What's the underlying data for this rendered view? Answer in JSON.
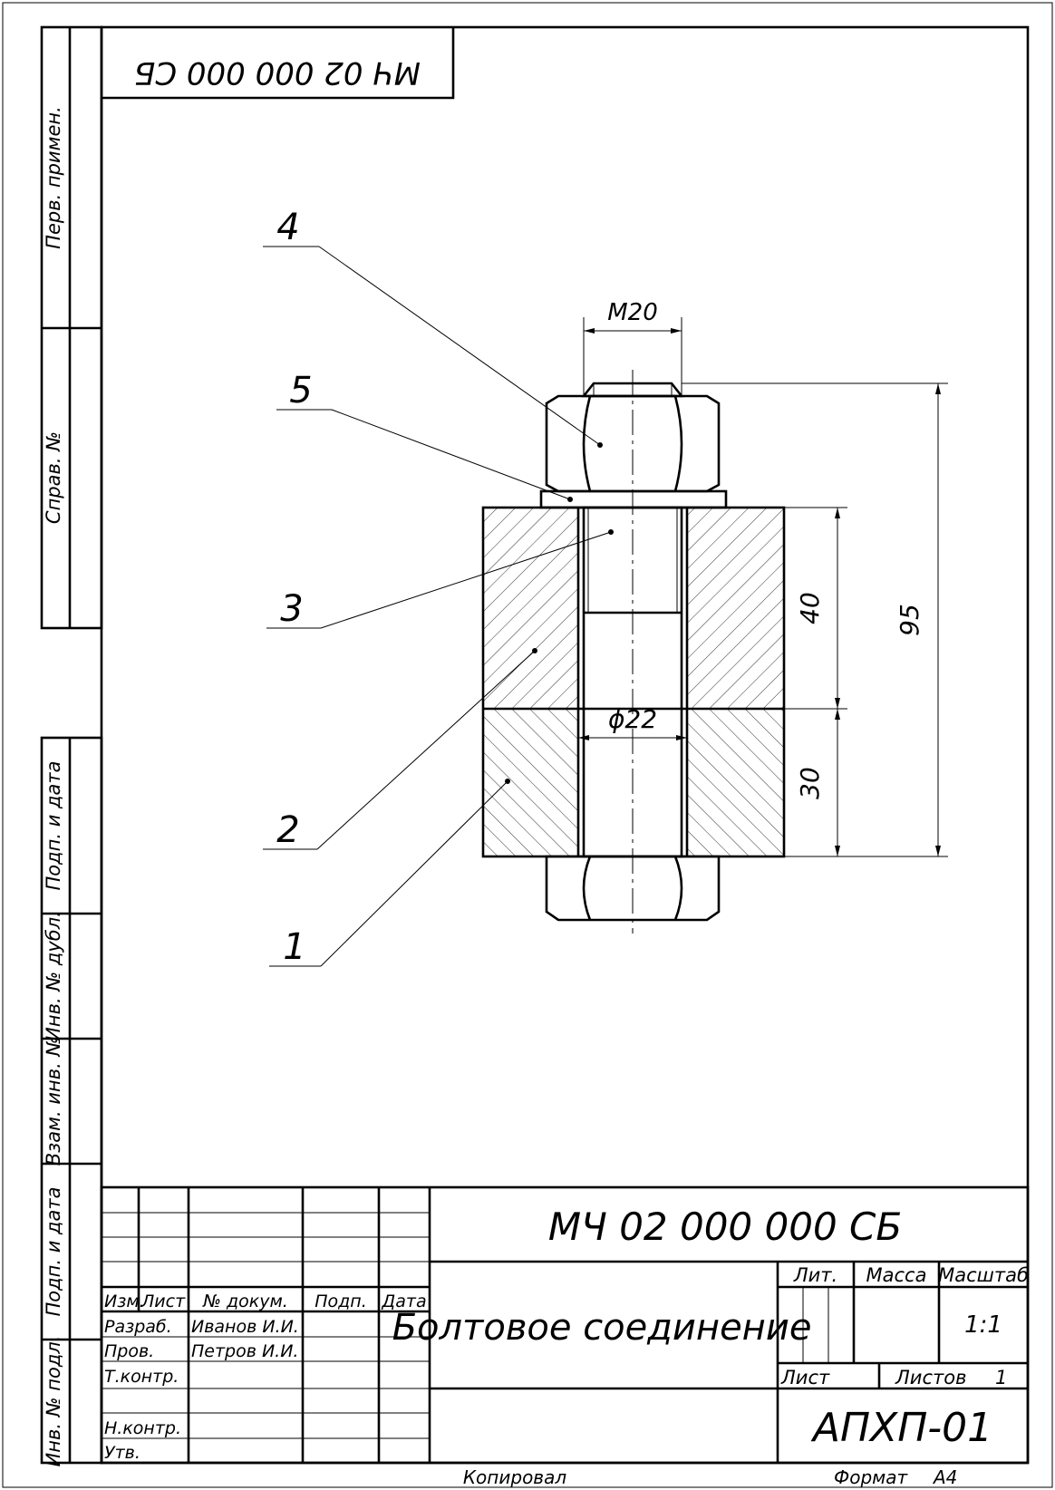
{
  "drawing": {
    "designation": "МЧ 02 000 000 СБ",
    "corner_designation": "МЧ 02 000 000 СБ",
    "title": "Болтовое соединение",
    "organization": "АПХП-01",
    "copied_label": "Копировал",
    "format_label": "Формат",
    "format_value": "А4"
  },
  "dimensions": {
    "thread": "М20",
    "hole": "ϕ22",
    "upper_thickness": "40",
    "lower_thickness": "30",
    "total_length": "95"
  },
  "positions": [
    "1",
    "2",
    "3",
    "4",
    "5"
  ],
  "side_strip": {
    "perv_primen": "Перв. примен.",
    "sprav_no": "Справ. №",
    "podp_data_1": "Подп. и дата",
    "inv_dubl": "Инв. № дубл.",
    "vzam_inv": "Взам. инв. №",
    "podp_data_2": "Подп. и дата",
    "inv_podl": "Инв. № подл."
  },
  "title_block": {
    "headers": {
      "izm": "Изм.",
      "list": "Лист",
      "dokum": "№ докум.",
      "podp": "Подп.",
      "data": "Дата"
    },
    "rows": [
      {
        "role": "Разраб.",
        "name": "Иванов И.И."
      },
      {
        "role": "Пров.",
        "name": "Петров И.И."
      },
      {
        "role": "Т.контр.",
        "name": ""
      },
      {
        "role": "",
        "name": ""
      },
      {
        "role": "Н.контр.",
        "name": ""
      },
      {
        "role": "Утв.",
        "name": ""
      }
    ],
    "lit_label": "Лит.",
    "massa_label": "Масса",
    "masshtab_label": "Масштаб",
    "scale_value": "1:1",
    "sheet_label": "Лист",
    "sheets_label": "Листов",
    "sheets_value": "1"
  }
}
